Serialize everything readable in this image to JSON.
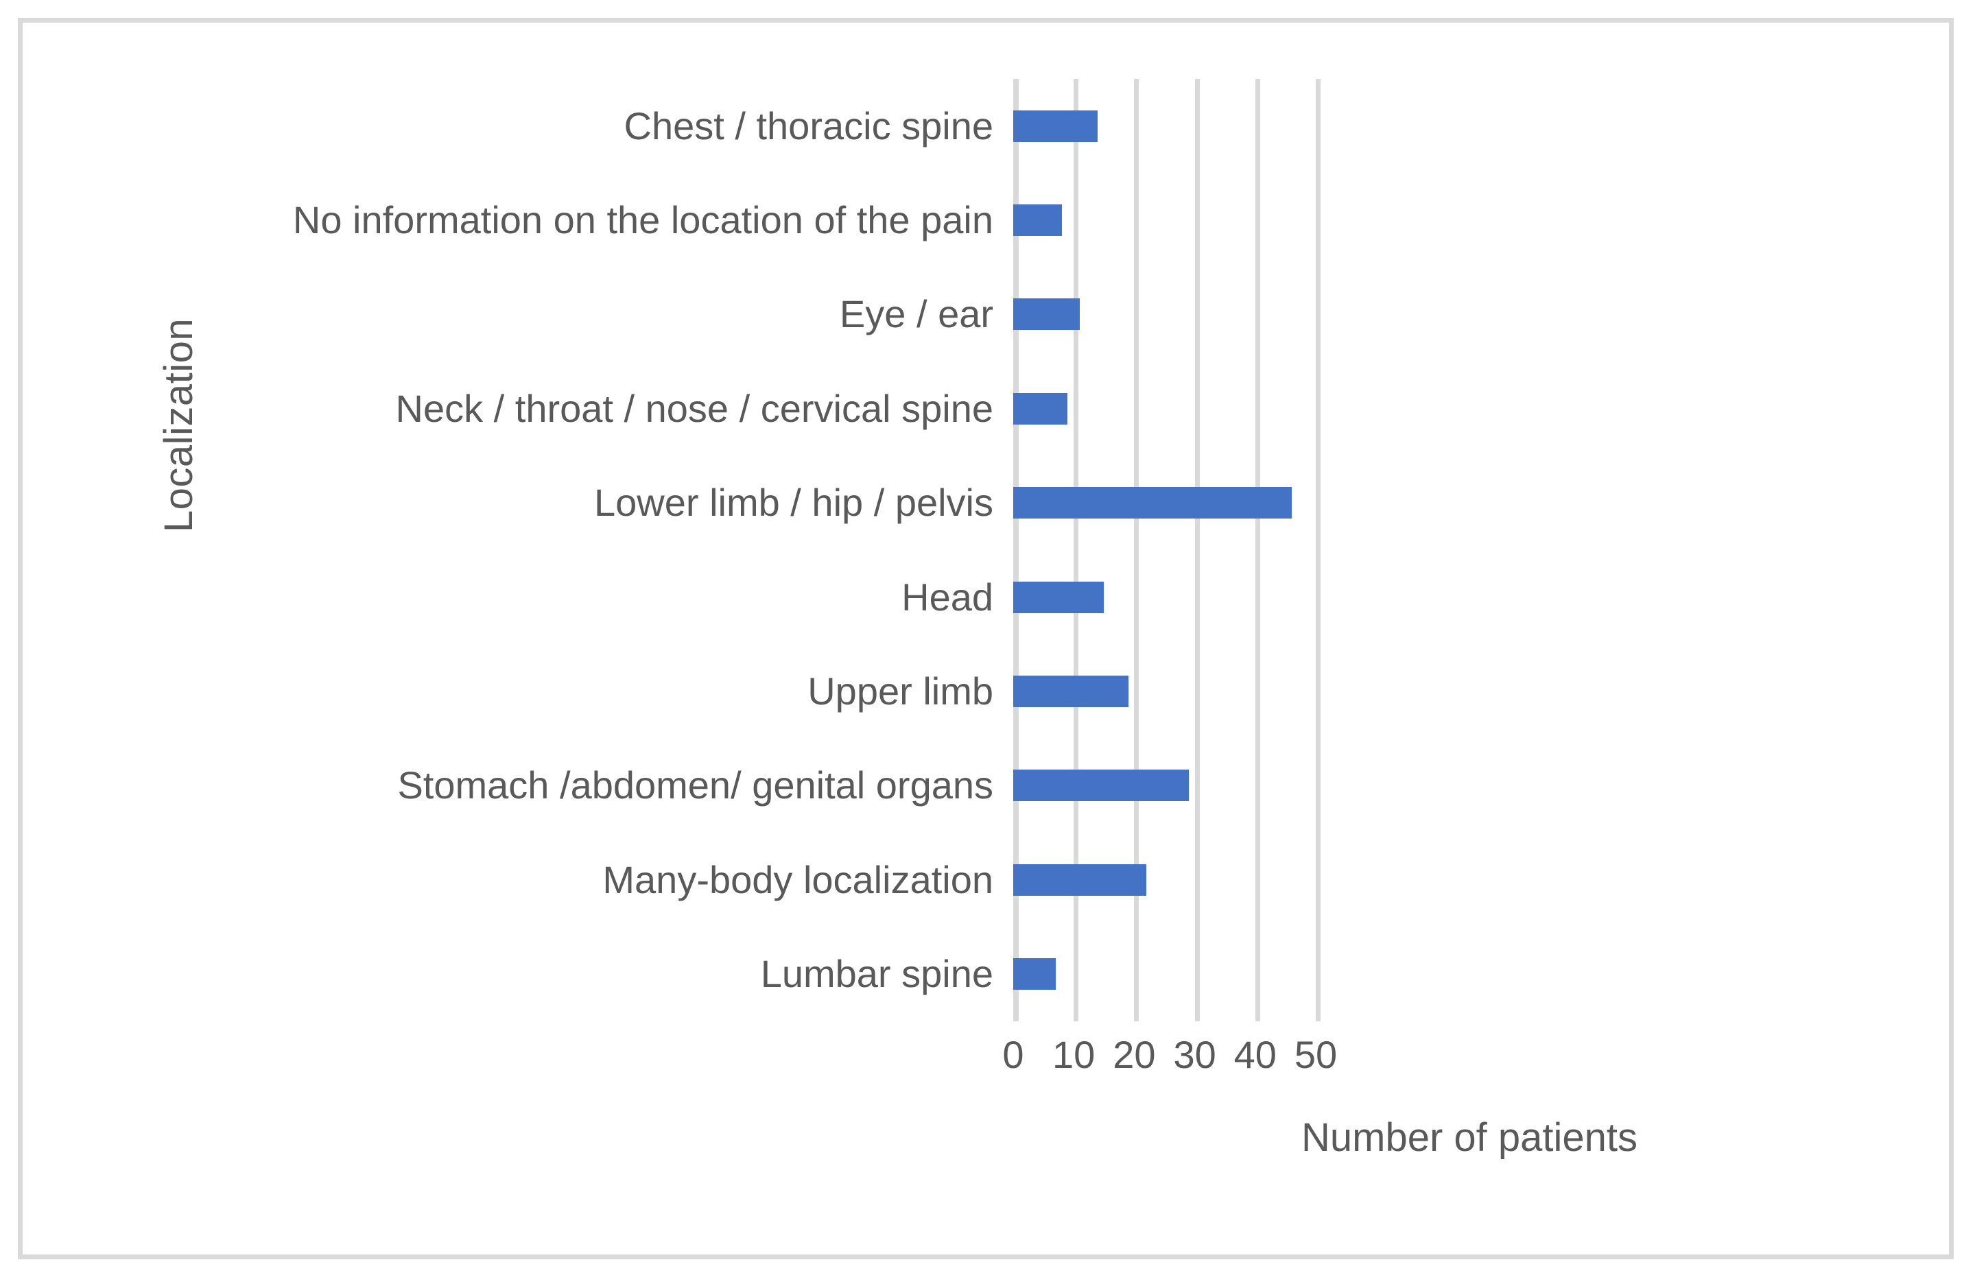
{
  "chart_data": {
    "type": "bar",
    "orientation": "horizontal",
    "title": "",
    "xlabel": "Number of patients",
    "ylabel": "Localization",
    "categories": [
      "Chest / thoracic spine",
      "No information on the location of the pain",
      "Eye / ear",
      "Neck / throat / nose / cervical spine",
      "Lower limb / hip / pelvis",
      "Head",
      "Upper limb",
      "Stomach /abdomen/ genital organs",
      "Many-body localization",
      "Lumbar spine"
    ],
    "values": [
      14,
      8,
      11,
      9,
      46,
      15,
      19,
      29,
      22,
      7
    ],
    "xlim": [
      0,
      50
    ],
    "xticks": [
      0,
      10,
      20,
      30,
      40,
      50
    ],
    "xtick_labels": [
      "0",
      "10",
      "20",
      "30",
      "40",
      "50"
    ],
    "grid": "vertical",
    "legend": "none",
    "series": [
      {
        "name": "Number of patients",
        "values": [
          14,
          8,
          11,
          9,
          46,
          15,
          19,
          29,
          22,
          7
        ],
        "color": "#4472C4"
      }
    ]
  },
  "colors": {
    "bar": "#4472C4",
    "gridline": "#D9D9D9",
    "frame": "#D9D9D9",
    "text": "#595959",
    "background": "#FFFFFF"
  }
}
